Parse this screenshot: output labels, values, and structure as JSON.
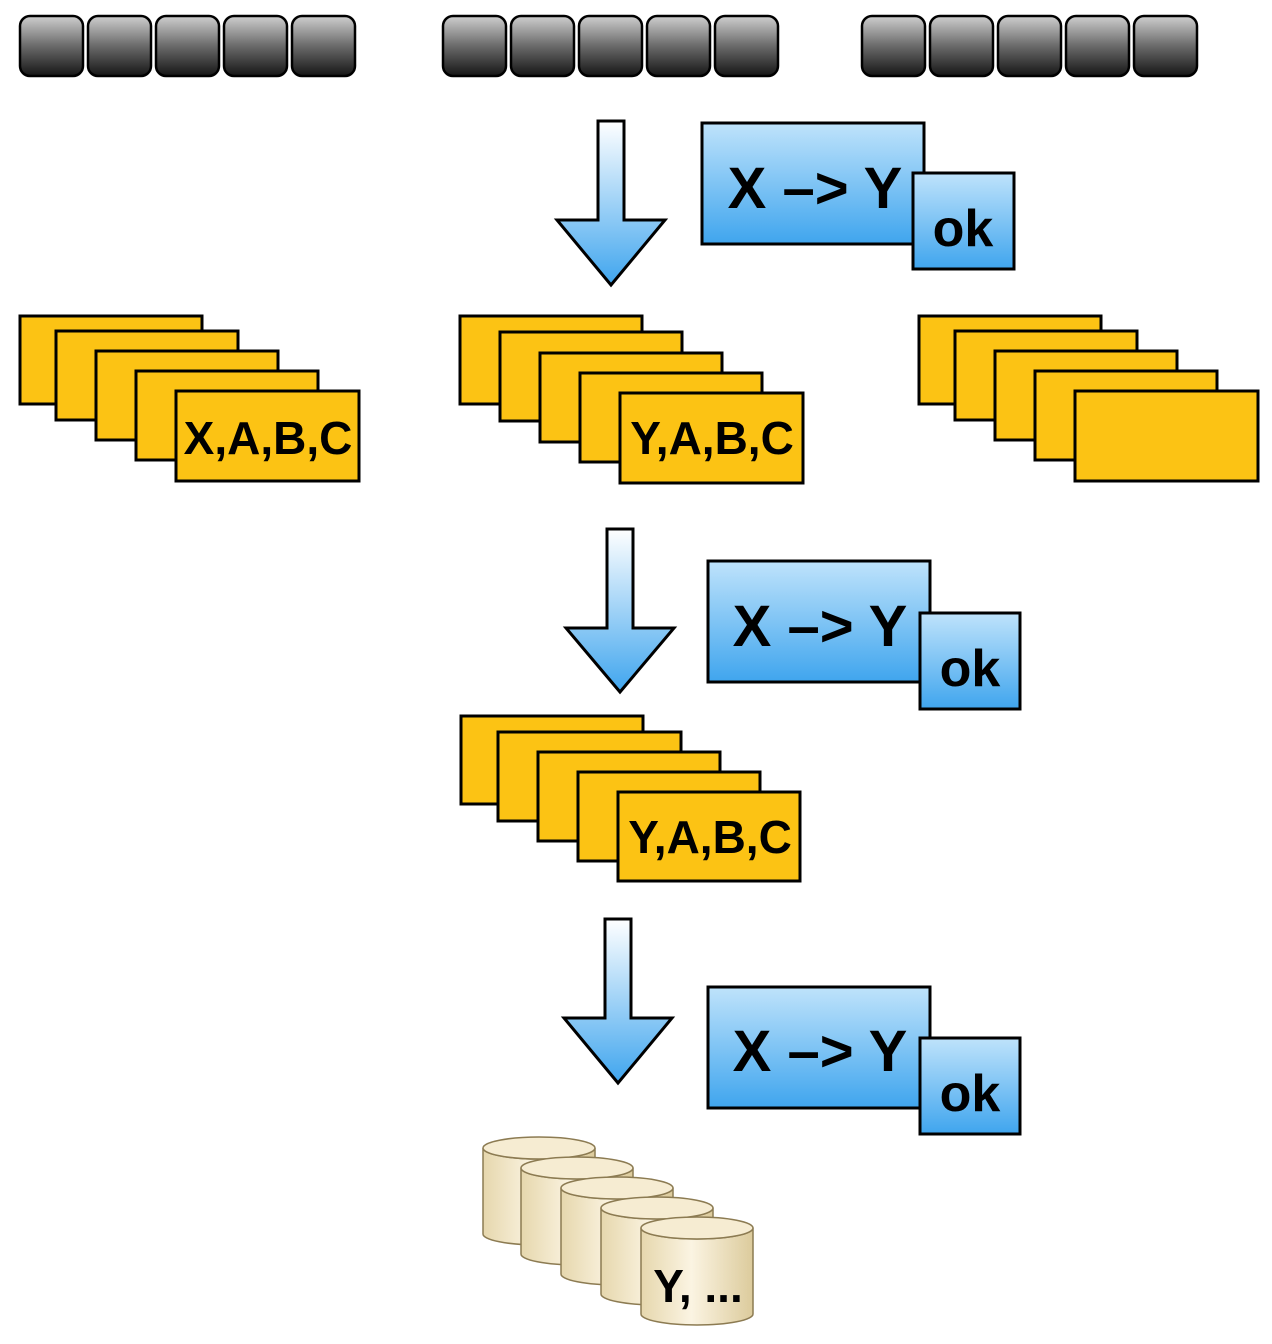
{
  "colors": {
    "card_fill": "#fcc314",
    "box_top": "#bfe3fb",
    "box_bottom": "#3fa5ee",
    "cylinder_fill": "#f6ecd2",
    "segment_top": "#cfcfcf",
    "segment_bottom": "#151515",
    "stroke": "#000000"
  },
  "top_segment_groups": [
    {
      "segments": 5
    },
    {
      "segments": 5
    },
    {
      "segments": 5
    }
  ],
  "card_stacks": [
    {
      "label": "X,A,B,C"
    },
    {
      "label": "Y,A,B,C"
    },
    {
      "label": ""
    },
    {
      "label": "Y,A,B,C"
    }
  ],
  "transform_boxes": [
    {
      "rule": "X –> Y",
      "status": "ok"
    },
    {
      "rule": "X –> Y",
      "status": "ok"
    },
    {
      "rule": "X –> Y",
      "status": "ok"
    }
  ],
  "arrows": [
    {
      "icon": "down-arrow-icon"
    },
    {
      "icon": "down-arrow-icon"
    },
    {
      "icon": "down-arrow-icon"
    }
  ],
  "cylinder_stack": {
    "count": 5,
    "label": "Y, ..."
  }
}
